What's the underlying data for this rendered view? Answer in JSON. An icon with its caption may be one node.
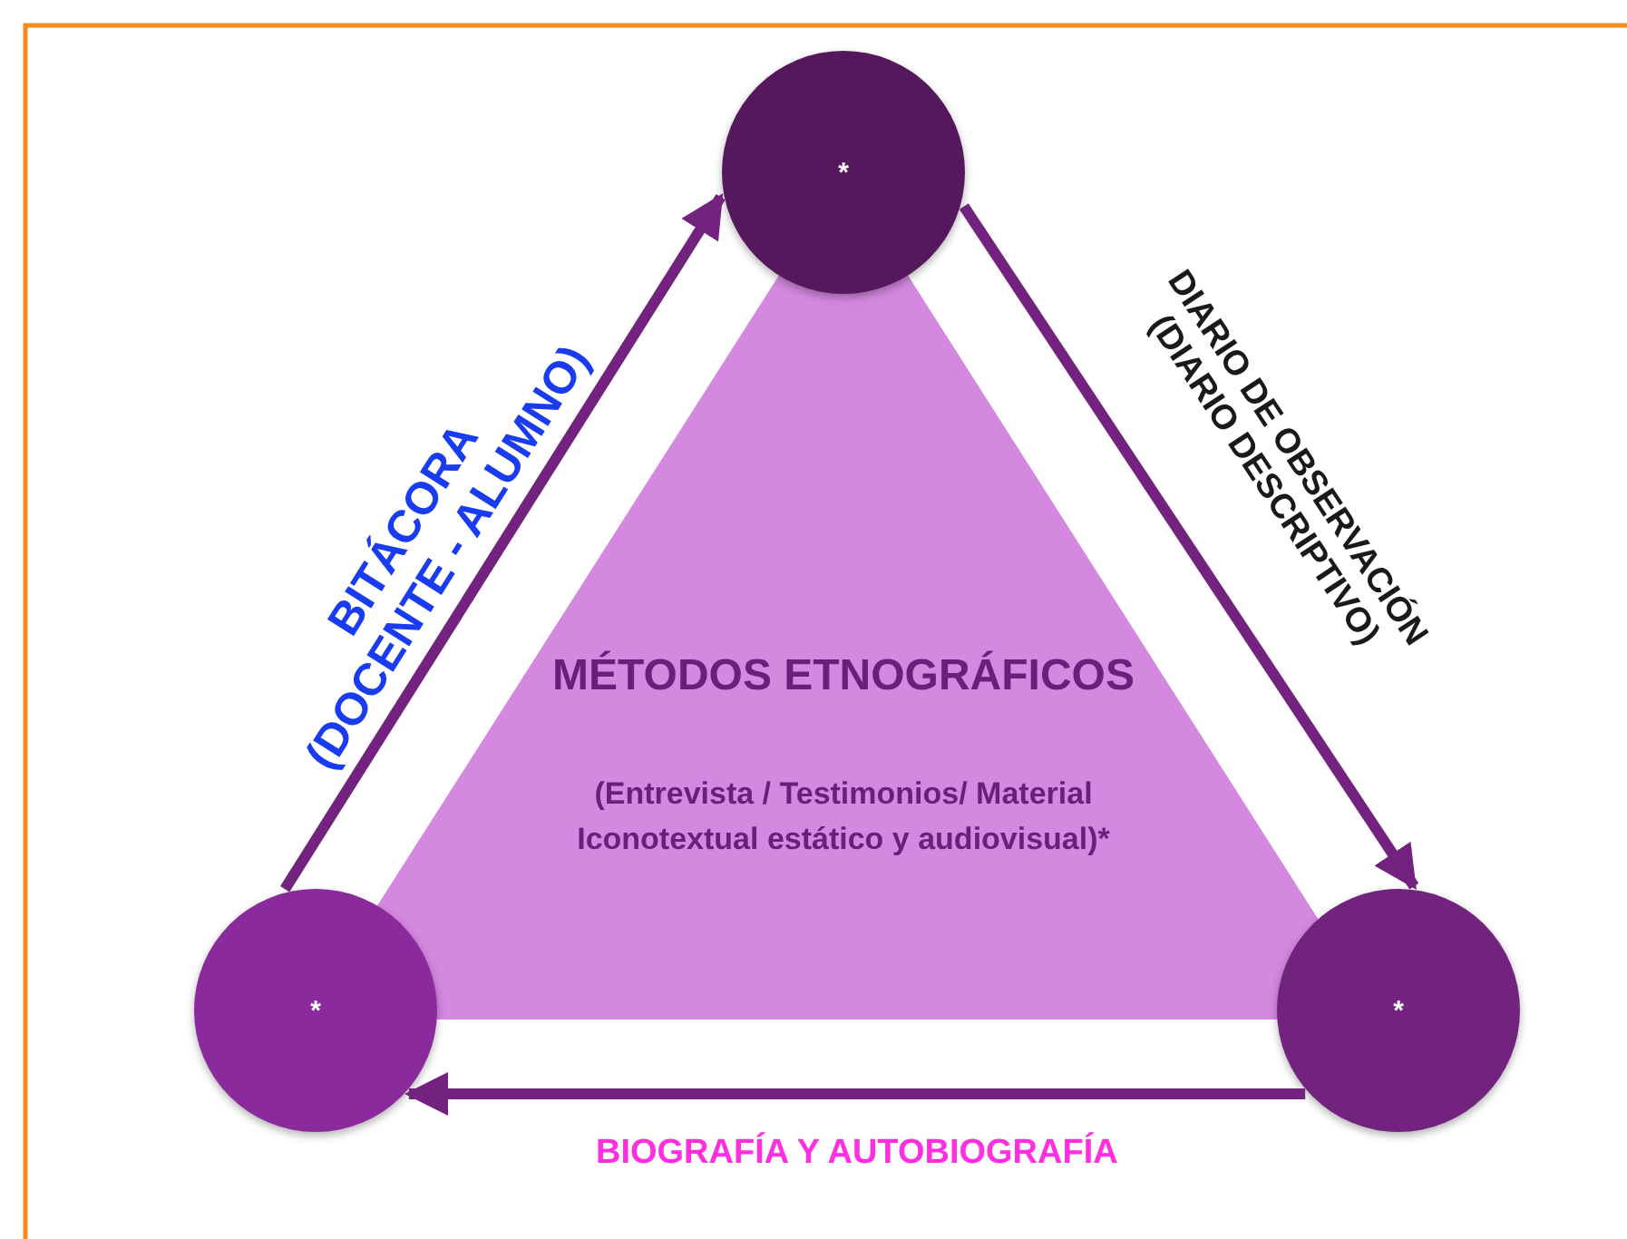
{
  "diagram": {
    "nodes": [
      {
        "text": [
          "MÉTODOS ETNOGRÁFICOS",
          "(Entrevista / Testimonios/ Material Iconotextual estático y audiovisual)*"
        ]
      },
      {
        "text": [
          "*"
        ]
      },
      {
        "text": [
          "*"
        ]
      },
      {
        "text": [
          "*"
        ]
      }
    ],
    "edges": [
      {
        "from": 3,
        "to": 1,
        "arrow": "to",
        "label": "BITÁCORA (DOCENTE - ALUMNO)"
      },
      {
        "from": 1,
        "to": 2,
        "arrow": "to",
        "label": "DIARIO DE OBSERVACIÓN (DIARIO DESCRIPTIVO)"
      },
      {
        "from": 2,
        "to": 3,
        "arrow": "to",
        "label": "BIOGRAFÍA Y AUTOBIOGRAFÍA"
      }
    ]
  }
}
